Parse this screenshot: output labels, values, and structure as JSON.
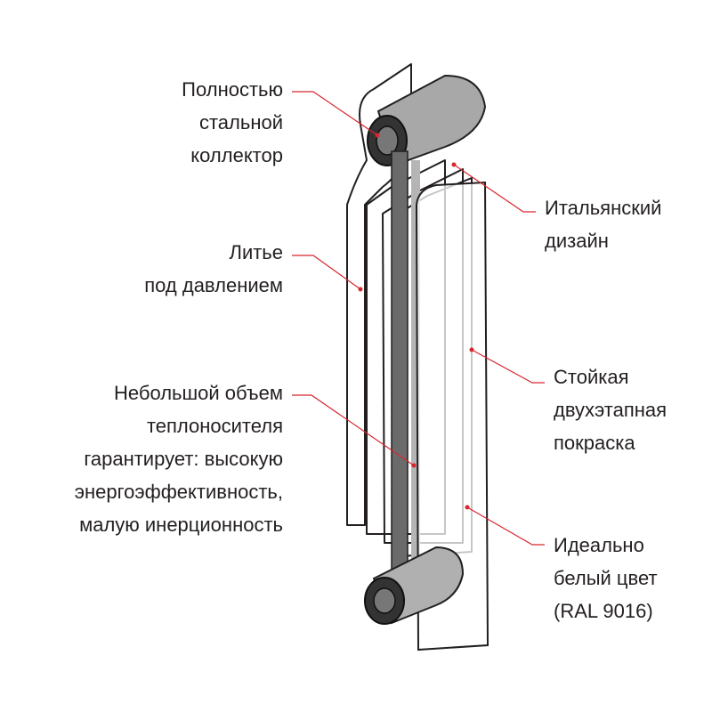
{
  "colors": {
    "leader": "#d7262e",
    "outline": "#231f20",
    "collector": "#9a9a9a",
    "pipe": "#555555"
  },
  "labels": {
    "collector": {
      "lines": [
        "Полностью",
        "стальной",
        "коллектор"
      ]
    },
    "design": {
      "lines": [
        "Итальянский",
        "дизайн"
      ]
    },
    "casting": {
      "lines": [
        "Литье",
        "под давлением"
      ]
    },
    "paint": {
      "lines": [
        "Стойкая",
        "двухэтапная",
        "покраска"
      ]
    },
    "volume": {
      "lines": [
        "Небольшой объем",
        "теплоносителя",
        "гарантирует: высокую",
        "энергоэффективность,",
        "малую инерционность"
      ]
    },
    "white": {
      "lines": [
        "Идеально",
        "белый цвет",
        "(RAL 9016)"
      ]
    }
  }
}
